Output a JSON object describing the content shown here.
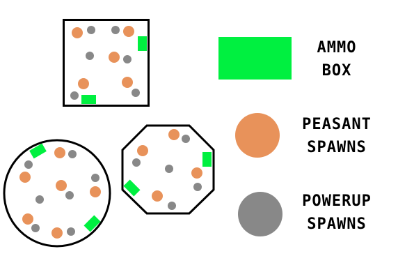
{
  "colors": {
    "ammo": "#00f040",
    "peasant": "#e8925a",
    "powerup": "#888888",
    "outline": "#000000",
    "background": "#ffffff"
  },
  "legend": {
    "ammo": {
      "line1": "AMMO",
      "line2": "BOX"
    },
    "peasant": {
      "line1": "PEASANT",
      "line2": "SPAWNS"
    },
    "powerup": {
      "line1": "POWERUP",
      "line2": "SPAWNS"
    }
  }
}
